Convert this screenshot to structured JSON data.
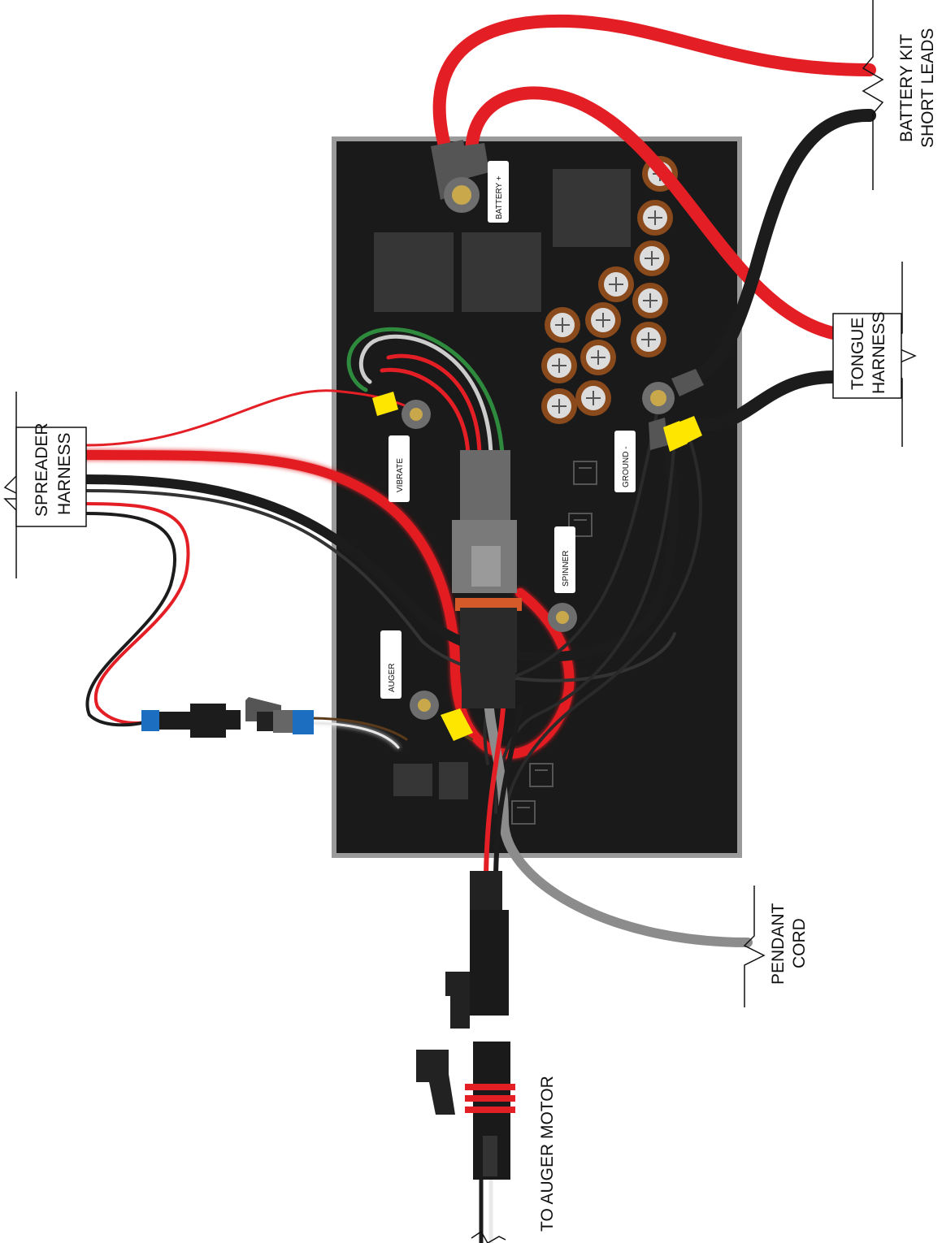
{
  "labels": {
    "battery_kit_line1": "BATTERY KIT",
    "battery_kit_line2": "SHORT LEADS",
    "tongue_harness_line1": "TONGUE",
    "tongue_harness_line2": "HARNESS",
    "spreader_harness_line1": "SPREADER",
    "spreader_harness_line2": "HARNESS",
    "pendant_cord_line1": "PENDANT",
    "pendant_cord_line2": "CORD",
    "to_auger_motor": "TO AUGER MOTOR"
  },
  "terminals": {
    "battery_plus": "BATTERY +",
    "ground_minus": "GROUND -",
    "vibrate": "VIBRATE",
    "spinner": "SPINNER",
    "auger": "AUGER"
  },
  "colors": {
    "board": "#1a1a1a",
    "board_frame": "#9a9a9a",
    "red_wire": "#e31e24",
    "black_wire": "#1c1c1c",
    "gray_wire": "#8c8c8c",
    "green_wire": "#2e8b3e",
    "blue_connector": "#1c6fc0",
    "yellow_terminal": "#ffe600",
    "capacitor": "#8a4a1c"
  }
}
